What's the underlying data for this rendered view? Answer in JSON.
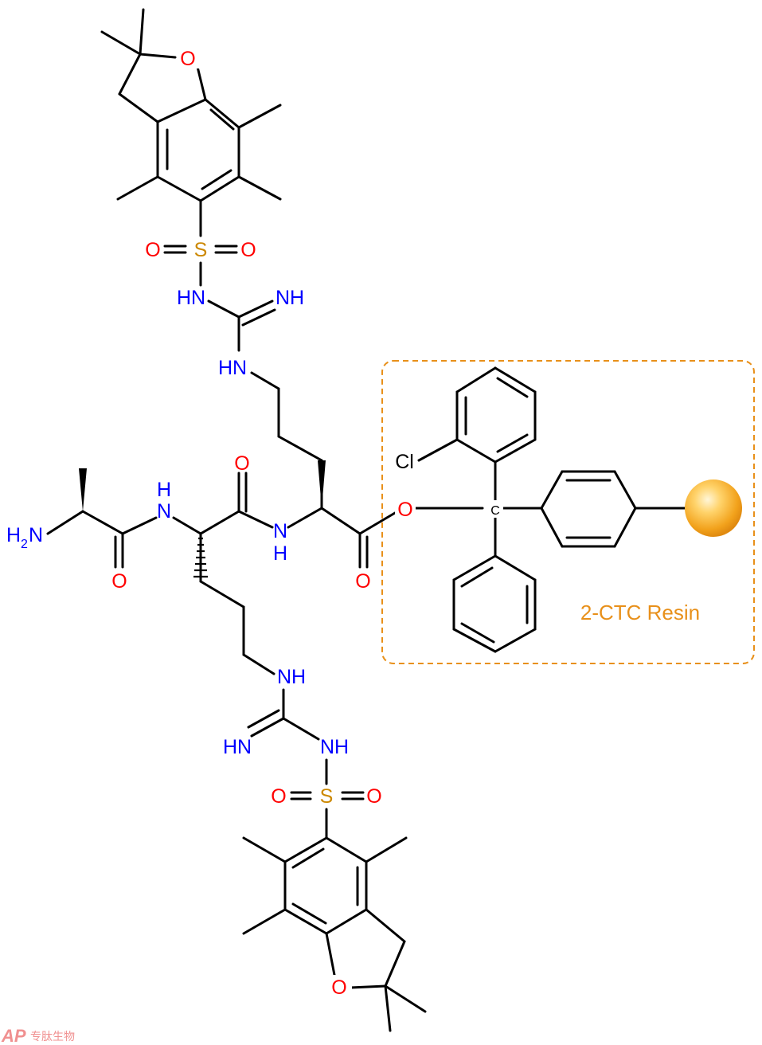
{
  "colors": {
    "bond": "#000000",
    "oxygen": "#ff0000",
    "nitrogen": "#0000ff",
    "sulfur": "#cc8800",
    "resin": "#e8901a",
    "watermark": "#f09090"
  },
  "labels": {
    "o_pbf_top": "O",
    "s_top": "S",
    "so_top_left": "O",
    "so_top_right": "O",
    "hn_top": "HN",
    "nh_imine_top": "NH",
    "hn_chain_top": "HN",
    "n_amide_1": "H",
    "n_amide_1_n": "N",
    "o_amide_1": "O",
    "o_amide_2": "O",
    "nh_amide_2": "N",
    "nh_amide_2_h": "H",
    "o_carbonyl": "O",
    "o_ester": "O",
    "h2n_h": "H",
    "h2n_sub": "2",
    "h2n_n": "N",
    "nh_chain_bottom": "NH",
    "hn_imine_bottom": "HN",
    "nh_sulfonyl_bottom": "NH",
    "s_bottom": "S",
    "so_bottom_left": "O",
    "so_bottom_right": "O",
    "o_pbf_bottom": "O",
    "cl": "Cl",
    "c_trityl": "C"
  },
  "resin": {
    "label": "2-CTC Resin"
  },
  "watermark": {
    "logo": "AP",
    "text": "专肽生物"
  }
}
